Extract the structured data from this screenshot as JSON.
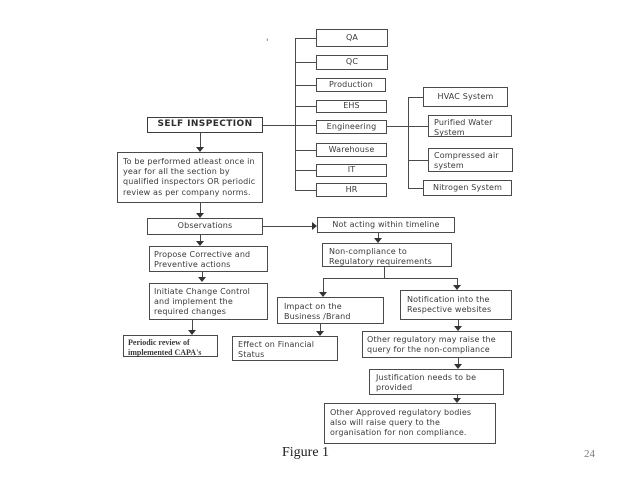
{
  "page": {
    "figure_caption": "Figure 1",
    "page_number": "24",
    "stray_mark": "'"
  },
  "colors": {
    "background": "#ffffff",
    "line": "#4a4a4a",
    "text": "#3a3a3a",
    "page_number_text": "#7d7d7d"
  },
  "nodes": {
    "self_inspection": {
      "label": "SELF INSPECTION"
    },
    "perform_note": {
      "label": "To be performed atleast once in year for all the section by qualified inspectors OR periodic review as per company norms."
    },
    "qa": {
      "label": "QA"
    },
    "qc": {
      "label": "QC"
    },
    "production": {
      "label": "Production"
    },
    "ehs": {
      "label": "EHS"
    },
    "engineering": {
      "label": "Engineering"
    },
    "warehouse": {
      "label": "Warehouse"
    },
    "it": {
      "label": "IT"
    },
    "hr": {
      "label": "HR"
    },
    "hvac": {
      "label": "HVAC System"
    },
    "purified_water": {
      "label": "Purified Water System"
    },
    "compressed_air": {
      "label": "Compressed air system"
    },
    "nitrogen": {
      "label": "Nitrogen System"
    },
    "observations": {
      "label": "Observations"
    },
    "propose_capa": {
      "label": "Propose Corrective and Preventive actions"
    },
    "initiate_change": {
      "label": "Initiate Change Control and implement the required changes"
    },
    "periodic_review": {
      "label": "Periodic review of implemented CAPA's"
    },
    "not_acting": {
      "label": "Not acting within timeline"
    },
    "non_compliance": {
      "label": "Non-compliance to Regulatory requirements"
    },
    "impact_business": {
      "label": "Impact on the Business /Brand"
    },
    "effect_financial": {
      "label": "Effect on Financial Status"
    },
    "notification_websites": {
      "label": "Notification into the Respective websites"
    },
    "other_regulatory_query": {
      "label": "Other regulatory may raise the query for the non-compliance"
    },
    "justification": {
      "label": "Justification needs to be provided"
    },
    "other_approved_bodies": {
      "label": "Other Approved regulatory bodies also will raise query to the organisation for non compliance."
    }
  },
  "edges": [
    {
      "from": "self_inspection",
      "to": "engineering",
      "type": "line"
    },
    {
      "from": "department_trunk",
      "to": "qa,qc,production,ehs,engineering,warehouse,it,hr",
      "type": "tree"
    },
    {
      "from": "engineering",
      "to": "hvac,purified_water,compressed_air,nitrogen",
      "type": "tree"
    },
    {
      "from": "self_inspection",
      "to": "perform_note",
      "type": "arrow"
    },
    {
      "from": "perform_note",
      "to": "observations",
      "type": "arrow"
    },
    {
      "from": "observations",
      "to": "propose_capa",
      "type": "arrow"
    },
    {
      "from": "observations",
      "to": "not_acting",
      "type": "arrow"
    },
    {
      "from": "propose_capa",
      "to": "initiate_change",
      "type": "arrow"
    },
    {
      "from": "initiate_change",
      "to": "periodic_review",
      "type": "arrow"
    },
    {
      "from": "not_acting",
      "to": "non_compliance",
      "type": "arrow"
    },
    {
      "from": "non_compliance",
      "to": "impact_business",
      "type": "arrow"
    },
    {
      "from": "non_compliance",
      "to": "notification_websites",
      "type": "arrow"
    },
    {
      "from": "impact_business",
      "to": "effect_financial",
      "type": "arrow"
    },
    {
      "from": "notification_websites",
      "to": "other_regulatory_query",
      "type": "arrow"
    },
    {
      "from": "other_regulatory_query",
      "to": "justification",
      "type": "arrow"
    },
    {
      "from": "justification",
      "to": "other_approved_bodies",
      "type": "arrow"
    }
  ]
}
